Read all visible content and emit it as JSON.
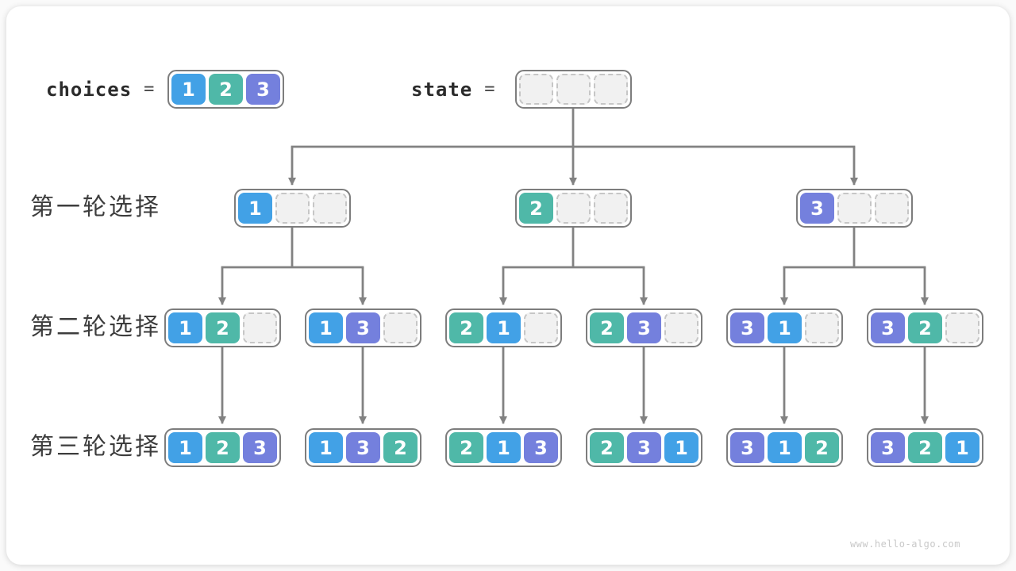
{
  "header": {
    "choices_label": "choices",
    "equals": "=",
    "choices_values": [
      1,
      2,
      3
    ],
    "state_label": "state",
    "state_values": [
      null,
      null,
      null
    ]
  },
  "rows": [
    {
      "label": "第一轮选择",
      "nodes": [
        [
          1,
          null,
          null
        ],
        [
          2,
          null,
          null
        ],
        [
          3,
          null,
          null
        ]
      ]
    },
    {
      "label": "第二轮选择",
      "nodes": [
        [
          1,
          2,
          null
        ],
        [
          1,
          3,
          null
        ],
        [
          2,
          1,
          null
        ],
        [
          2,
          3,
          null
        ],
        [
          3,
          1,
          null
        ],
        [
          3,
          2,
          null
        ]
      ]
    },
    {
      "label": "第三轮选择",
      "nodes": [
        [
          1,
          2,
          3
        ],
        [
          1,
          3,
          2
        ],
        [
          2,
          1,
          3
        ],
        [
          2,
          3,
          1
        ],
        [
          3,
          1,
          2
        ],
        [
          3,
          2,
          1
        ]
      ]
    }
  ],
  "palette": {
    "1": "#42a1e6",
    "2": "#4fb8a8",
    "3": "#7480dd"
  },
  "colors": {
    "arrow": "#828282",
    "box_border": "#7d7d7d",
    "empty_cell_fill": "#f1f1f1"
  },
  "watermark": "www.hello-algo.com"
}
